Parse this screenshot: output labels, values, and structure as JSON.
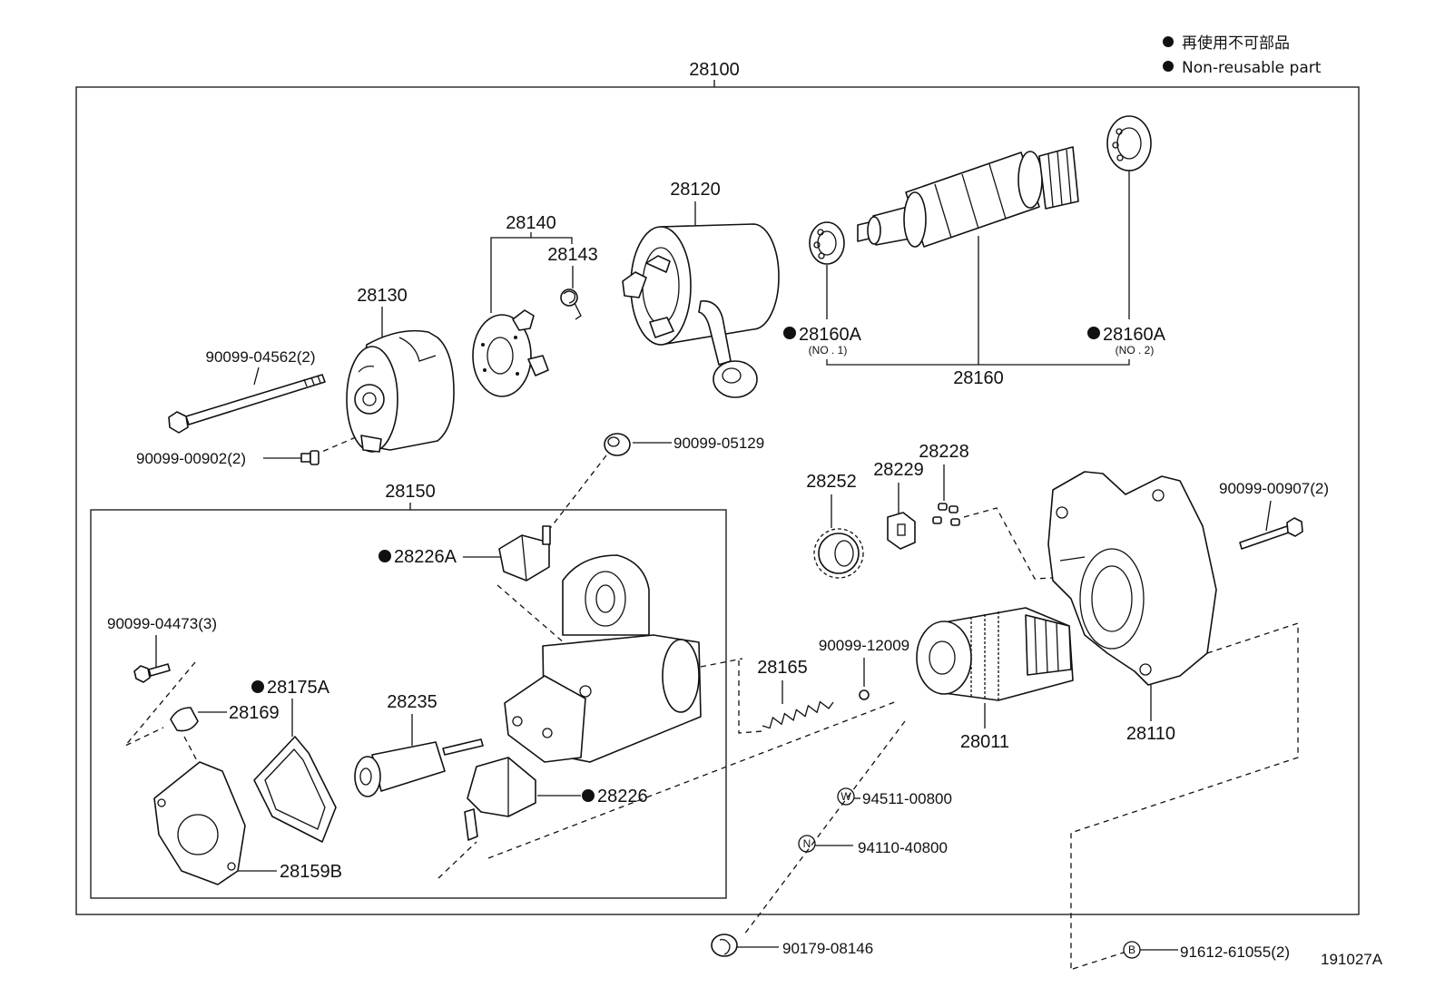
{
  "legend": {
    "jp": "再使用不可部品",
    "en": "Non-reusable part"
  },
  "parts": {
    "starter_assy": "28100",
    "yoke": "28120",
    "brush_holder": "28140",
    "brush_spring": "28143",
    "end_frame": "28130",
    "through_bolt": "90099-04562(2)",
    "end_frame_screw": "90099-00902(2)",
    "bearing_no1": "28160A",
    "bearing_no1_note": "(NO . 1)",
    "bearing_no2": "28160A",
    "bearing_no2_note": "(NO . 2)",
    "armature": "28160",
    "cap": "90099-05129",
    "magnetic_switch": "28150",
    "terminal_a": "28226A",
    "gear": "28252",
    "retainer": "28229",
    "roller": "28228",
    "housing_bolt": "90099-00907(2)",
    "cover_screw": "90099-04473(3)",
    "gasket": "28175A",
    "insulator": "28169",
    "plunger": "28235",
    "spring": "28165",
    "ball": "90099-12009",
    "clutch": "28011",
    "housing": "28110",
    "terminal": "28226",
    "washer": "94511-00800",
    "nut": "94110-40800",
    "end_cover": "28159B",
    "terminal_cap": "90179-08146",
    "stud_bolt": "91612-61055(2)"
  },
  "circled_letters": {
    "washer": "W",
    "nut": "N",
    "bolt": "B"
  },
  "diagram_code": "191027A",
  "colors": {
    "line": "#111111",
    "background": "#ffffff"
  }
}
